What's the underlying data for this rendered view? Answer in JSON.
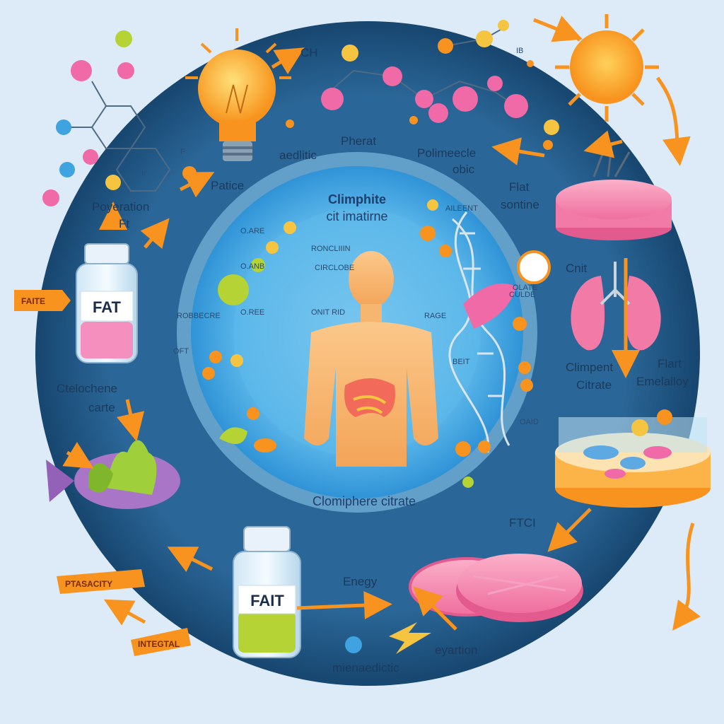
{
  "center": {
    "title_line1": "Climphite",
    "title_line2": "cit imatirne",
    "bottom_label": "Clomiphere citrate"
  },
  "outer_labels": {
    "patice": "Patice",
    "aedlitic": "aedlitic",
    "pherat": "Pherat",
    "polymeecle_1": "Polimeecle",
    "polymeecle_2": "obic",
    "flat_sontine_1": "Flat",
    "flat_sontine_2": "sontine",
    "poyeration_1": "Poyeration",
    "poyeration_2": "Ft",
    "ctelochene_1": "Ctelochene",
    "ctelochene_2": "carte",
    "cnit": "Cnit",
    "climpent_1": "Climpent",
    "climpent_2": "Citrate",
    "flart_1": "Flart",
    "flart_2": "Emelalloy",
    "ftcl": "FTCI",
    "enegy": "Enegy",
    "eyartion": "eyartion",
    "mienaedic": "mienaedictic",
    "ch": "CH",
    "ib": "IB",
    "f_small": "F",
    "ir_small": "Ir"
  },
  "tags": {
    "faite": "FAITE",
    "pitasacity": "PTASACITY",
    "integtal": "INTEGTAL"
  },
  "jars": {
    "top_label": "FAT",
    "bottom_label": "FAIT"
  },
  "inner_small_labels": [
    "O.ARE",
    "RONCLIIIN",
    "O.ANB",
    "CIRCLOBE",
    "ROBBECRE",
    "O.REE",
    "ONIT RID",
    "OFT",
    "AILEENT",
    "OLATE",
    "RAGE",
    "BEIT",
    "OAID",
    "CULDE"
  ],
  "colors": {
    "background": "#dcebf7",
    "ring_dark": "#1f4f7a",
    "ring_inner": "#3ea3e0",
    "accent_orange": "#f7931e",
    "pink": "#ef6aa6",
    "yellow_green": "#b5d334"
  }
}
